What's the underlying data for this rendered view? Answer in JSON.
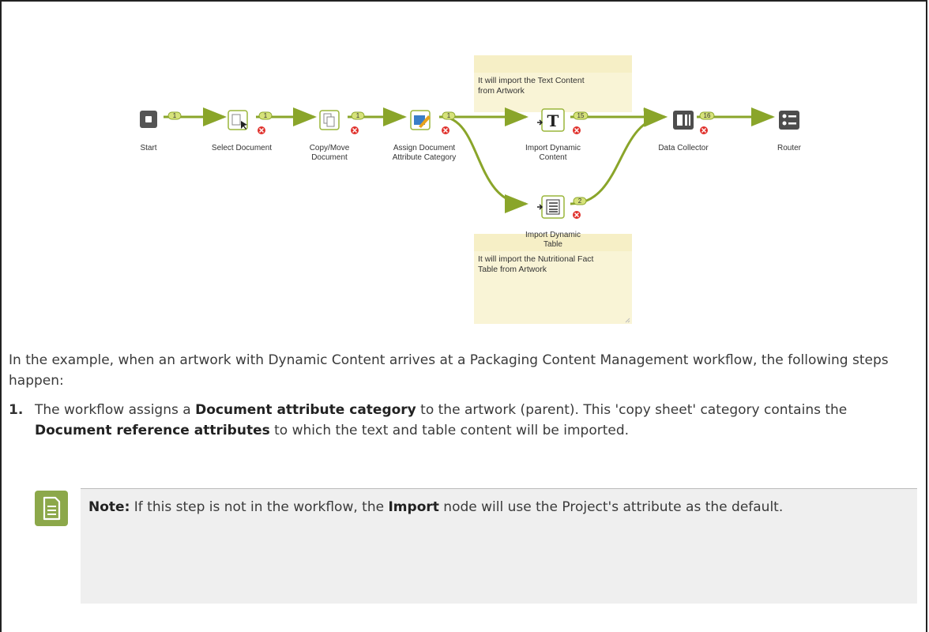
{
  "diagram": {
    "nodes": [
      {
        "name": "start",
        "label": "Start"
      },
      {
        "name": "select-document",
        "label": "Select Document"
      },
      {
        "name": "copy-move-document",
        "label_line1": "Copy/Move",
        "label_line2": "Document"
      },
      {
        "name": "assign-document-attribute-category",
        "label_line1": "Assign Document",
        "label_line2": "Attribute Category"
      },
      {
        "name": "import-dynamic-content",
        "label_line1": "Import Dynamic",
        "label_line2": "Content"
      },
      {
        "name": "import-dynamic-table",
        "label_line1": "Import Dynamic",
        "label_line2": "Table"
      },
      {
        "name": "data-collector",
        "label": "Data Collector"
      },
      {
        "name": "router",
        "label": "Router"
      }
    ],
    "badges": {
      "start": "1",
      "select_document": "1",
      "copy_move": "1",
      "assign": "1",
      "import_content": "15",
      "import_table": "2",
      "data_collector": "16"
    },
    "sticky_top": {
      "line1": "It will import the Text Content",
      "line2": "from Artwork"
    },
    "sticky_bottom": {
      "line1": "It will import the Nutritional Fact",
      "line2": "Table from Artwork"
    },
    "colors": {
      "connector": "#8aa52a",
      "badge": "#d6e27a",
      "error": "#e0312c",
      "sticky": "#f9f4d6",
      "node_dark": "#4d4d4d"
    }
  },
  "intro": {
    "text": "In the example, when an artwork with Dynamic Content arrives at a Packaging Content Management workflow, the following steps happen:"
  },
  "steps": [
    {
      "number": "1.",
      "t1": "The workflow assigns a ",
      "b1": "Document attribute category",
      "t2": " to the artwork (parent). This 'copy sheet' category contains the ",
      "b2": "Document reference attributes",
      "t3": " to which the text and table content will be imported."
    }
  ],
  "note": {
    "icon": "note-icon",
    "label": "Note:",
    "t1": " If this step is not in the workflow, the ",
    "b1": "Import",
    "t2": "  node will use the Project's attribute as the default.",
    "icon_color": "#8ca84a"
  }
}
